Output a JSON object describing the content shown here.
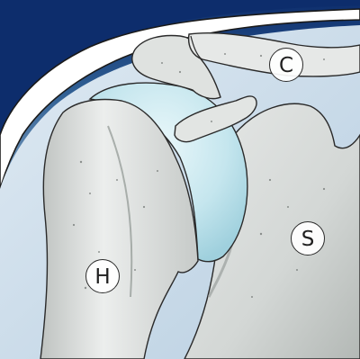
{
  "illustration": {
    "subject": "shoulder-joint-anatomy-illustration",
    "colors": {
      "sky_top": "#0d2d6c",
      "sky_bottom": "#bcd0e2",
      "skin": "#ffffff",
      "bone": "#d9dcda",
      "bone_shadow": "#8f9592",
      "cartilage": "#bfe3ec",
      "outline": "#2a2a2a"
    }
  },
  "labels": {
    "clavicle": "C",
    "scapula": "S",
    "humerus": "H"
  }
}
